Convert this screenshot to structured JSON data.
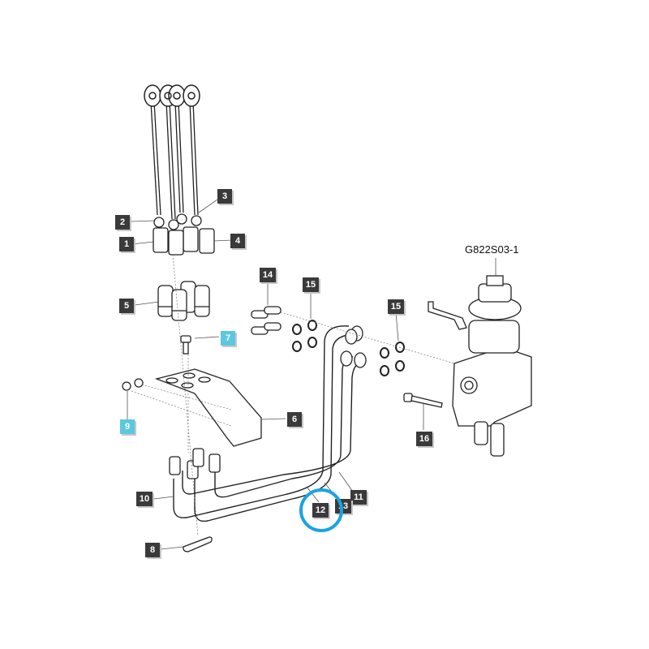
{
  "diagram": {
    "reference_code": "G822S03-1",
    "highlight_color": "#5bc8df",
    "callout_color": "#3a3a3a",
    "selection_ring_color": "#1aa3e0",
    "selected_part": "12",
    "callouts": [
      {
        "id": "1",
        "label": "1",
        "highlighted": false
      },
      {
        "id": "2",
        "label": "2",
        "highlighted": false
      },
      {
        "id": "3",
        "label": "3",
        "highlighted": false
      },
      {
        "id": "4",
        "label": "4",
        "highlighted": false
      },
      {
        "id": "5",
        "label": "5",
        "highlighted": false
      },
      {
        "id": "6",
        "label": "6",
        "highlighted": false
      },
      {
        "id": "7",
        "label": "7",
        "highlighted": true
      },
      {
        "id": "8",
        "label": "8",
        "highlighted": false
      },
      {
        "id": "9",
        "label": "9",
        "highlighted": true
      },
      {
        "id": "10",
        "label": "10",
        "highlighted": false
      },
      {
        "id": "11",
        "label": "11",
        "highlighted": false
      },
      {
        "id": "12",
        "label": "12",
        "highlighted": false
      },
      {
        "id": "13",
        "label": "13",
        "highlighted": false
      },
      {
        "id": "14",
        "label": "14",
        "highlighted": false
      },
      {
        "id": "15a",
        "label": "15",
        "highlighted": false
      },
      {
        "id": "15b",
        "label": "15",
        "highlighted": false
      },
      {
        "id": "16",
        "label": "16",
        "highlighted": false
      }
    ]
  }
}
